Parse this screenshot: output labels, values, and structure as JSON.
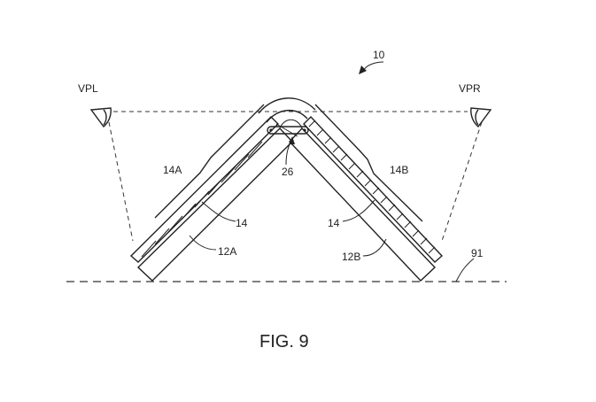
{
  "labels": {
    "device": "10",
    "viewer_left": "VPL",
    "viewer_right": "VPR",
    "display_left": "14A",
    "display_right": "14B",
    "hinge": "26",
    "display_left_inner": "14",
    "display_right_inner": "14",
    "housing_left": "12A",
    "housing_right": "12B",
    "ground": "91"
  },
  "caption": "FIG. 9"
}
